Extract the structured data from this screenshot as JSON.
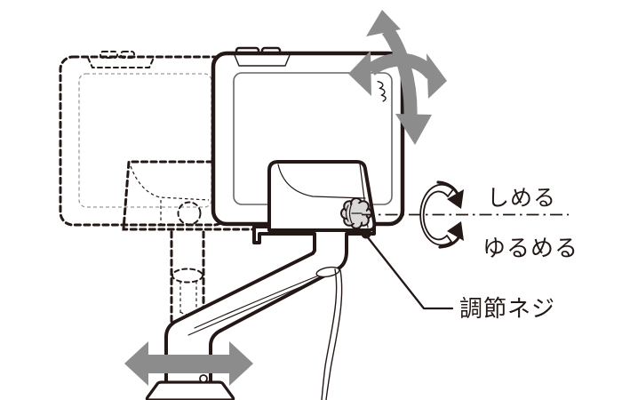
{
  "diagram": {
    "title": "monitor-arm-adjustment-instruction",
    "labels": {
      "tighten": "しめる",
      "loosen": "ゆるめる",
      "adjustment_screw": "調節ネジ"
    },
    "icons": [
      "tilt-swivel-arrow-icon",
      "rotate-clockwise-arrow-icon",
      "rotate-counterclockwise-arrow-icon",
      "slide-left-right-arrow-icon",
      "adjustment-knob-icon",
      "screw-thread-icon"
    ],
    "colors": {
      "ink": "#231815",
      "gray": "#8c8c8c",
      "knob": "#d9d9d9",
      "ghost": "#999999",
      "paper": "#ffffff"
    }
  }
}
